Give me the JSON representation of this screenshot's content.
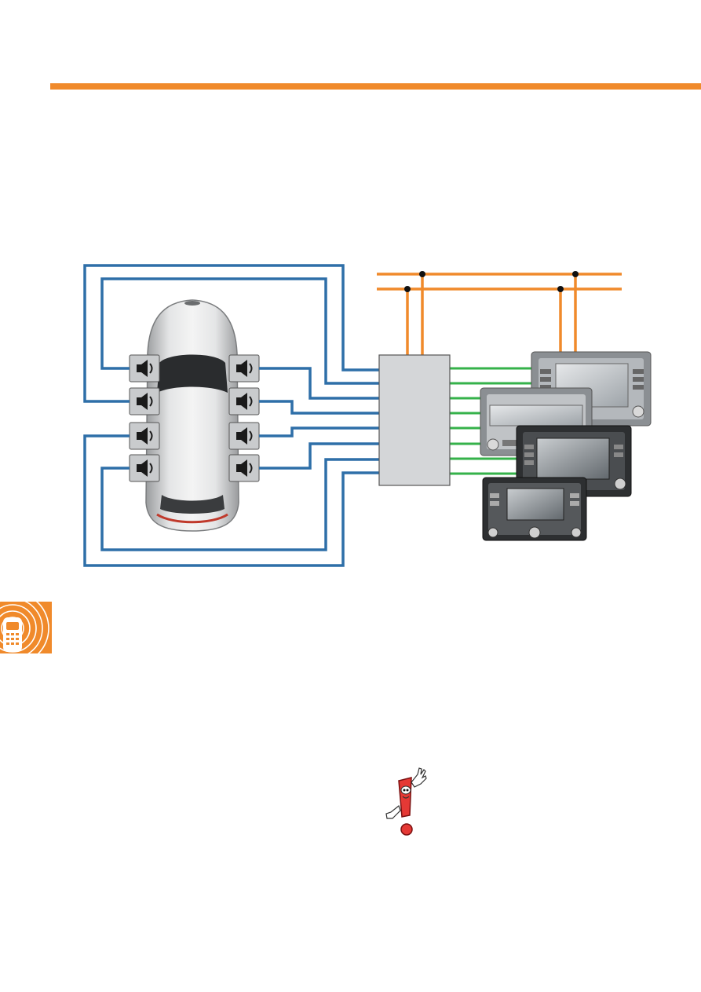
{
  "colors": {
    "accent": "#f08a2b",
    "speaker_wire": "#2e6fa8",
    "signal_wire": "#35b24a",
    "module_fill": "#d4d6d8",
    "speaker_box": "#c9cbcd"
  },
  "icons": {
    "speaker": "speaker-icon",
    "phone": "phone-signal-icon",
    "warning": "exclamation-mascot-icon"
  },
  "diagram": {
    "speaker_count": 8,
    "radio_unit_count": 4,
    "signal_line_count": 8
  }
}
